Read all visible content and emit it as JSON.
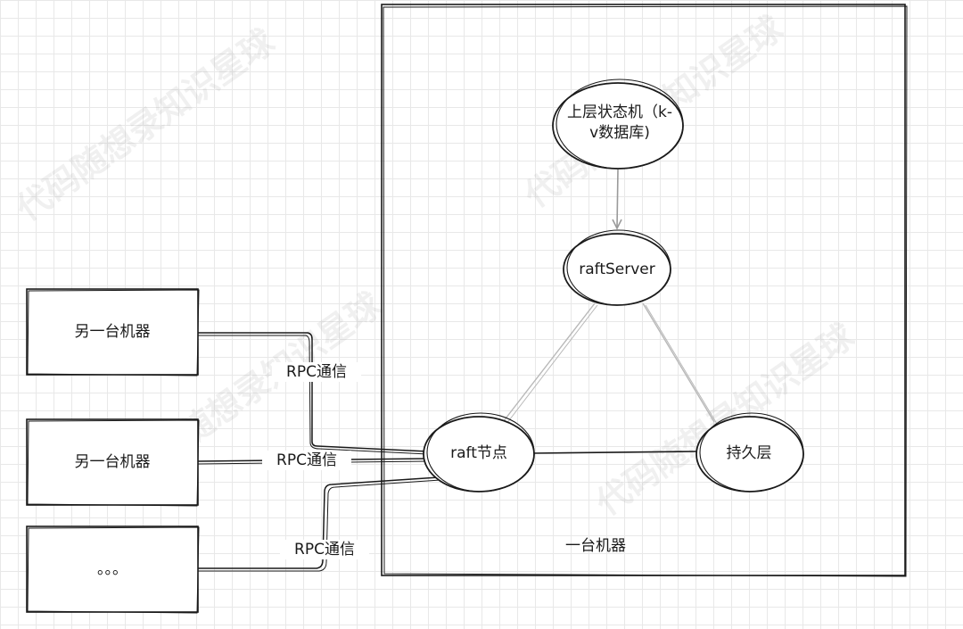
{
  "nodes": {
    "state_machine": {
      "line1": "上层状态机（k-",
      "line2": "v数据库)"
    },
    "raft_server": "raftServer",
    "raft_node": "raft节点",
    "persistence": "持久层"
  },
  "machine_label": "一台机器",
  "external_machines": [
    "另一台机器",
    "另一台机器",
    "。。。"
  ],
  "rpc_labels": [
    "RPC通信",
    "RPC通信",
    "RPC通信"
  ],
  "watermark": "代码随想录知识星球"
}
